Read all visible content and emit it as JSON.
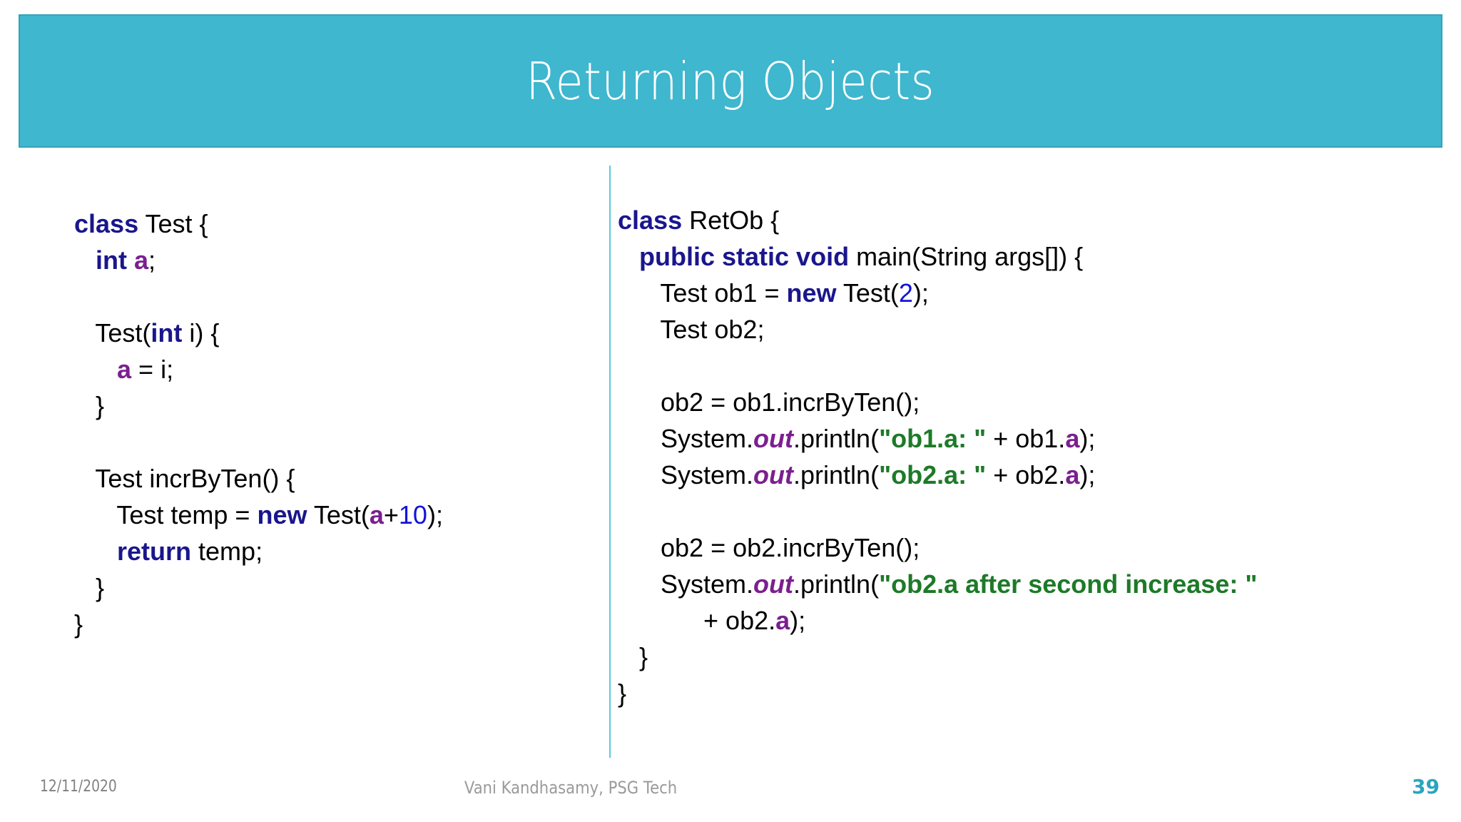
{
  "slide": {
    "title": "Returning Objects",
    "banner_color": "#3fb7ce",
    "divider_color": "#5ec8de"
  },
  "colors": {
    "keyword": "#1a168c",
    "variable": "#7b1f8f",
    "number": "#1414d8",
    "string": "#1d7a28",
    "plain": "#000000",
    "page_number": "#2aa5bf",
    "footer_text": "#9a9a9a"
  },
  "code_left": {
    "name": "Test class",
    "lines": [
      {
        "tokens": [
          {
            "t": "class",
            "c": "kw"
          },
          {
            "t": " Test {",
            "c": "plain"
          }
        ]
      },
      {
        "tokens": [
          {
            "t": "   ",
            "c": "plain"
          },
          {
            "t": "int",
            "c": "kw"
          },
          {
            "t": " ",
            "c": "plain"
          },
          {
            "t": "a",
            "c": "var"
          },
          {
            "t": ";",
            "c": "plain"
          }
        ]
      },
      {
        "tokens": [
          {
            "t": " ",
            "c": "plain"
          }
        ]
      },
      {
        "tokens": [
          {
            "t": "   Test(",
            "c": "plain"
          },
          {
            "t": "int",
            "c": "kw"
          },
          {
            "t": " i) {",
            "c": "plain"
          }
        ]
      },
      {
        "tokens": [
          {
            "t": "      ",
            "c": "plain"
          },
          {
            "t": "a",
            "c": "var"
          },
          {
            "t": " = i;",
            "c": "plain"
          }
        ]
      },
      {
        "tokens": [
          {
            "t": "   }",
            "c": "plain"
          }
        ]
      },
      {
        "tokens": [
          {
            "t": " ",
            "c": "plain"
          }
        ]
      },
      {
        "tokens": [
          {
            "t": "   Test incrByTen() {",
            "c": "plain"
          }
        ]
      },
      {
        "tokens": [
          {
            "t": "      Test temp = ",
            "c": "plain"
          },
          {
            "t": "new",
            "c": "kw"
          },
          {
            "t": " Test(",
            "c": "plain"
          },
          {
            "t": "a",
            "c": "var"
          },
          {
            "t": "+",
            "c": "plain"
          },
          {
            "t": "10",
            "c": "num"
          },
          {
            "t": ");",
            "c": "plain"
          }
        ]
      },
      {
        "tokens": [
          {
            "t": "      ",
            "c": "plain"
          },
          {
            "t": "return",
            "c": "kw"
          },
          {
            "t": " temp;",
            "c": "plain"
          }
        ]
      },
      {
        "tokens": [
          {
            "t": "   }",
            "c": "plain"
          }
        ]
      },
      {
        "tokens": [
          {
            "t": "}",
            "c": "plain"
          }
        ]
      }
    ]
  },
  "code_right": {
    "name": "RetOb class",
    "lines": [
      {
        "tokens": [
          {
            "t": "class",
            "c": "kw"
          },
          {
            "t": " RetOb {",
            "c": "plain"
          }
        ]
      },
      {
        "tokens": [
          {
            "t": "   ",
            "c": "plain"
          },
          {
            "t": "public static void",
            "c": "kw"
          },
          {
            "t": " main(String args[]) {",
            "c": "plain"
          }
        ]
      },
      {
        "tokens": [
          {
            "t": "      Test ob1 = ",
            "c": "plain"
          },
          {
            "t": "new",
            "c": "kw"
          },
          {
            "t": " Test(",
            "c": "plain"
          },
          {
            "t": "2",
            "c": "num"
          },
          {
            "t": ");",
            "c": "plain"
          }
        ]
      },
      {
        "tokens": [
          {
            "t": "      Test ob2;",
            "c": "plain"
          }
        ]
      },
      {
        "tokens": [
          {
            "t": " ",
            "c": "plain"
          }
        ]
      },
      {
        "tokens": [
          {
            "t": "      ob2 = ob1.incrByTen();",
            "c": "plain"
          }
        ]
      },
      {
        "tokens": [
          {
            "t": "      System.",
            "c": "plain"
          },
          {
            "t": "out",
            "c": "field"
          },
          {
            "t": ".println(",
            "c": "plain"
          },
          {
            "t": "\"ob1.a: \"",
            "c": "str"
          },
          {
            "t": " + ob1.",
            "c": "plain"
          },
          {
            "t": "a",
            "c": "var"
          },
          {
            "t": ");",
            "c": "plain"
          }
        ]
      },
      {
        "tokens": [
          {
            "t": "      System.",
            "c": "plain"
          },
          {
            "t": "out",
            "c": "field"
          },
          {
            "t": ".println(",
            "c": "plain"
          },
          {
            "t": "\"ob2.a: \"",
            "c": "str"
          },
          {
            "t": " + ob2.",
            "c": "plain"
          },
          {
            "t": "a",
            "c": "var"
          },
          {
            "t": ");",
            "c": "plain"
          }
        ]
      },
      {
        "tokens": [
          {
            "t": " ",
            "c": "plain"
          }
        ]
      },
      {
        "tokens": [
          {
            "t": "      ob2 = ob2.incrByTen();",
            "c": "plain"
          }
        ]
      },
      {
        "tokens": [
          {
            "t": "      System.",
            "c": "plain"
          },
          {
            "t": "out",
            "c": "field"
          },
          {
            "t": ".println(",
            "c": "plain"
          },
          {
            "t": "\"ob2.a after second increase: \"",
            "c": "str"
          }
        ]
      },
      {
        "tokens": [
          {
            "t": "            + ob2.",
            "c": "plain"
          },
          {
            "t": "a",
            "c": "var"
          },
          {
            "t": ");",
            "c": "plain"
          }
        ]
      },
      {
        "tokens": [
          {
            "t": "   }",
            "c": "plain"
          }
        ]
      },
      {
        "tokens": [
          {
            "t": "}",
            "c": "plain"
          }
        ]
      }
    ]
  },
  "footer": {
    "date": "12/11/2020",
    "credit": "Vani Kandhasamy, PSG Tech",
    "page_number": "39"
  }
}
